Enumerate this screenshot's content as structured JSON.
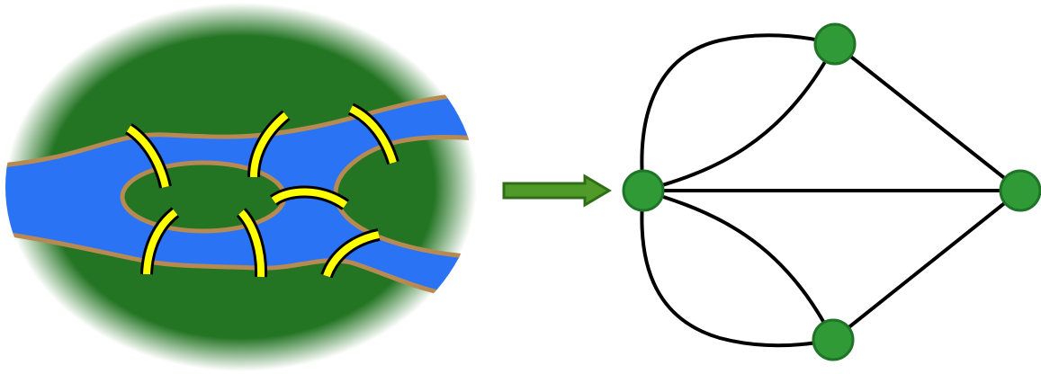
{
  "colors": {
    "background": "#ffffff",
    "land": "#237423",
    "water": "#2a73f4",
    "riverbank": "#b78a52",
    "bridge_fill": "#ffff00",
    "bridge_outline": "#000000",
    "arrow": "#4f9a28",
    "arrow_outline": "#2f6d16",
    "node_fill": "#2f9a36",
    "node_outline": "#1f7428",
    "edge": "#000000"
  },
  "map": {
    "landmasses": [
      "north-bank",
      "south-bank",
      "central-island",
      "east-landmass"
    ],
    "bridge_count": 7
  },
  "arrow": {
    "icon": "right-arrow-icon"
  },
  "graph": {
    "nodes": [
      "west-node",
      "north-node",
      "south-node",
      "east-node"
    ],
    "edges": [
      [
        "west-node",
        "north-node",
        "outer"
      ],
      [
        "west-node",
        "north-node",
        "inner"
      ],
      [
        "west-node",
        "south-node",
        "outer"
      ],
      [
        "west-node",
        "south-node",
        "inner"
      ],
      [
        "west-node",
        "east-node",
        "straight"
      ],
      [
        "north-node",
        "east-node",
        "straight"
      ],
      [
        "south-node",
        "east-node",
        "straight"
      ]
    ]
  }
}
